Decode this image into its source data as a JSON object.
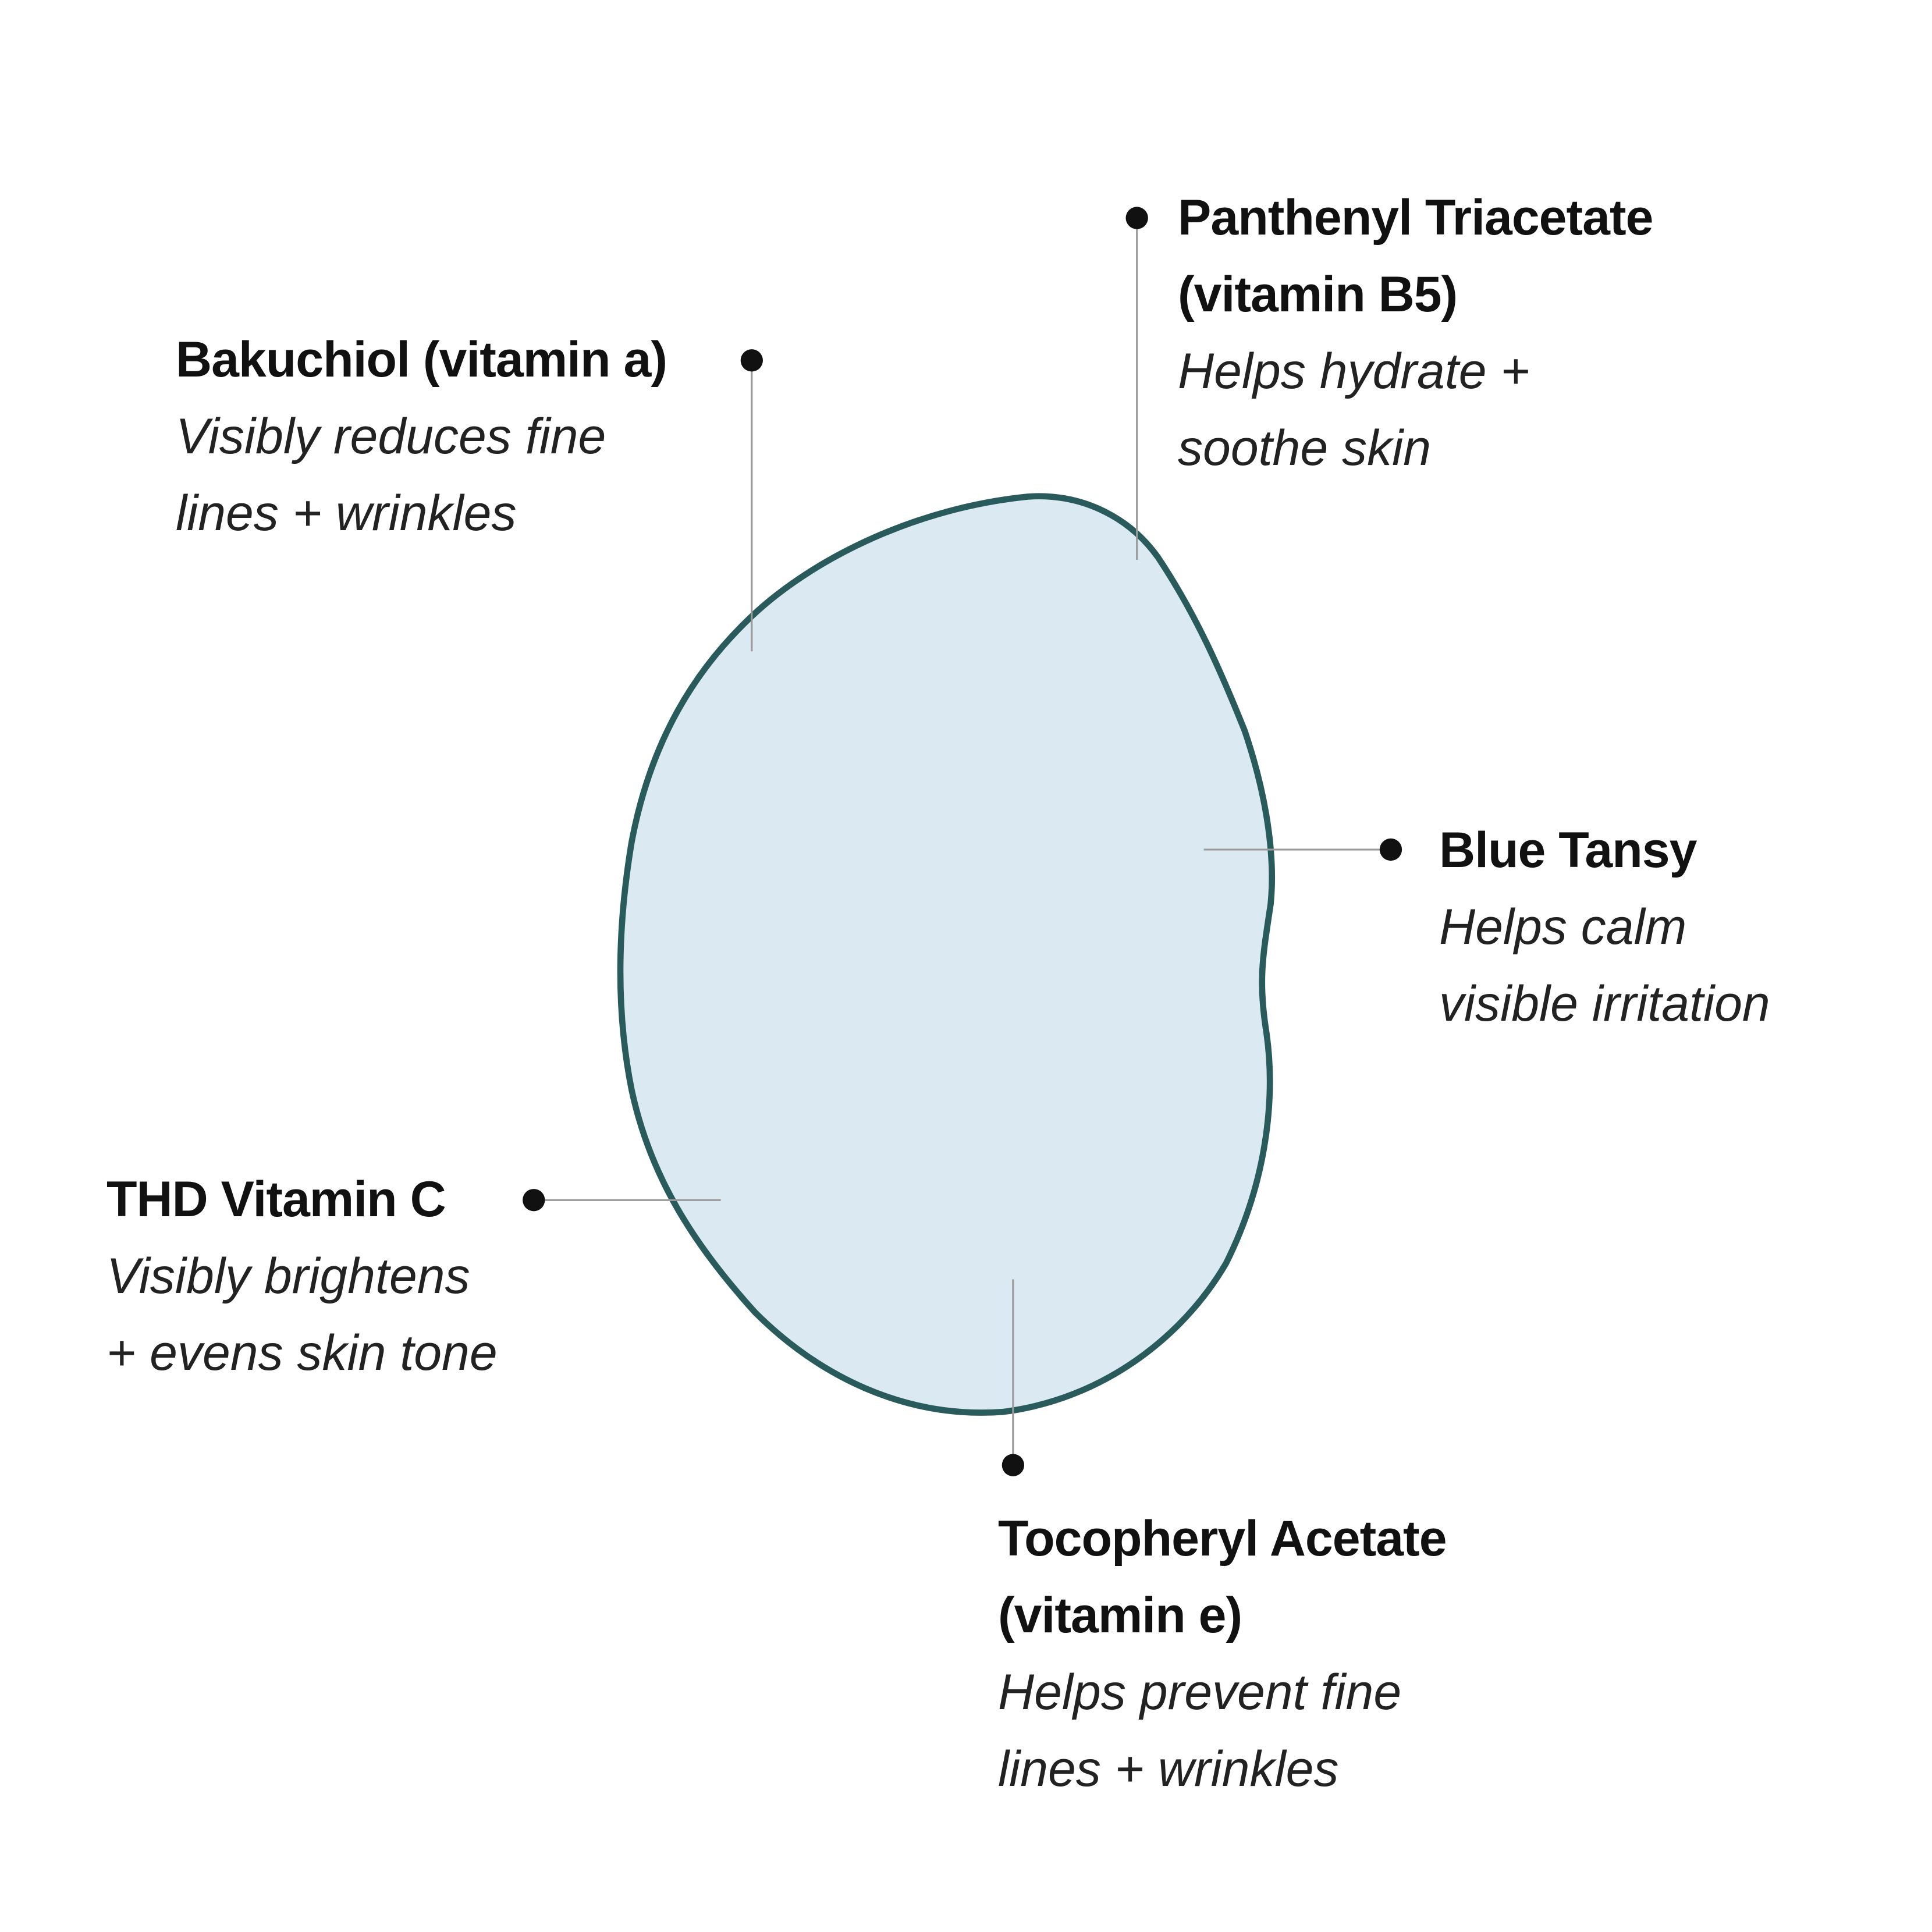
{
  "colors": {
    "blob_fill": "#dbe9f3",
    "blob_outline": "#2a5b5c",
    "leader_line": "#9a9a9a",
    "dot": "#111111"
  },
  "ingredients": [
    {
      "name": "Bakuchiol (vitamin a)",
      "desc": [
        "Visibly reduces fine",
        "lines + wrinkles"
      ]
    },
    {
      "name_lines": [
        "Panthenyl Triacetate",
        "(vitamin B5)"
      ],
      "desc": [
        "Helps hydrate +",
        "soothe skin"
      ]
    },
    {
      "name": "Blue Tansy",
      "desc": [
        "Helps calm",
        "visible irritation"
      ]
    },
    {
      "name": "THD Vitamin C",
      "desc": [
        "Visibly brightens",
        "+ evens skin tone"
      ]
    },
    {
      "name_lines": [
        "Tocopheryl Acetate",
        "(vitamin e)"
      ],
      "desc": [
        "Helps prevent fine",
        "lines + wrinkles"
      ]
    }
  ]
}
